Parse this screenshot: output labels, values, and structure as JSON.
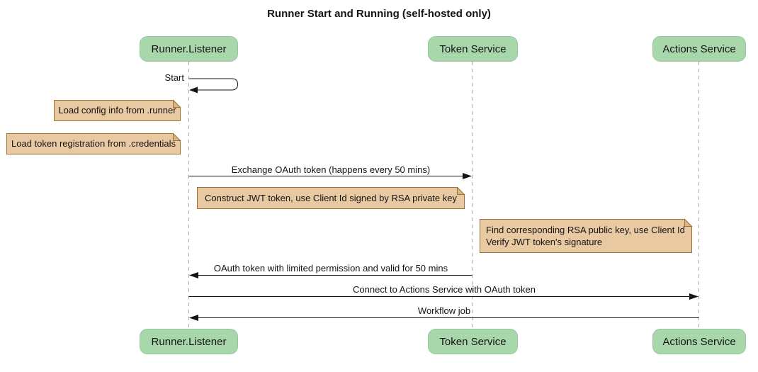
{
  "diagram": {
    "title": "Runner Start and Running (self-hosted only)",
    "type": "sequence-diagram"
  },
  "participants": [
    {
      "name": "Runner.Listener"
    },
    {
      "name": "Token Service"
    },
    {
      "name": "Actions Service"
    }
  ],
  "messages": [
    {
      "label": "Start",
      "from": "Runner.Listener",
      "to": "Runner.Listener",
      "kind": "self"
    },
    {
      "label": "Exchange OAuth token (happens every 50 mins)",
      "from": "Runner.Listener",
      "to": "Token Service",
      "kind": "solid-arrow"
    },
    {
      "label": "OAuth token with limited permission and valid for 50 mins",
      "from": "Token Service",
      "to": "Runner.Listener",
      "kind": "solid-arrow"
    },
    {
      "label": "Connect to Actions Service with OAuth token",
      "from": "Runner.Listener",
      "to": "Actions Service",
      "kind": "solid-arrow"
    },
    {
      "label": "Workflow job",
      "from": "Actions Service",
      "to": "Runner.Listener",
      "kind": "solid-arrow"
    }
  ],
  "notes": [
    {
      "text": "Load config info from .runner",
      "placement": "left of Runner.Listener"
    },
    {
      "text": "Load token registration from .credentials",
      "placement": "left of Runner.Listener"
    },
    {
      "text": "Construct JWT token, use Client Id signed by RSA private key",
      "placement": "over Runner.Listener and Token Service"
    },
    {
      "line1": "Find corresponding RSA public key, use Client Id",
      "line2": "Verify JWT token's signature",
      "placement": "over Token Service and Actions Service"
    }
  ],
  "colors": {
    "participant_fill": "#A9D7AC",
    "participant_border": "#93C79B",
    "note_fill": "#E9C9A2",
    "note_border": "#9A7434",
    "note_fold": "#D9B68C",
    "lifeline": "#AAAAAA",
    "line": "#141414",
    "text": "#141414",
    "background": "#FFFFFF"
  }
}
